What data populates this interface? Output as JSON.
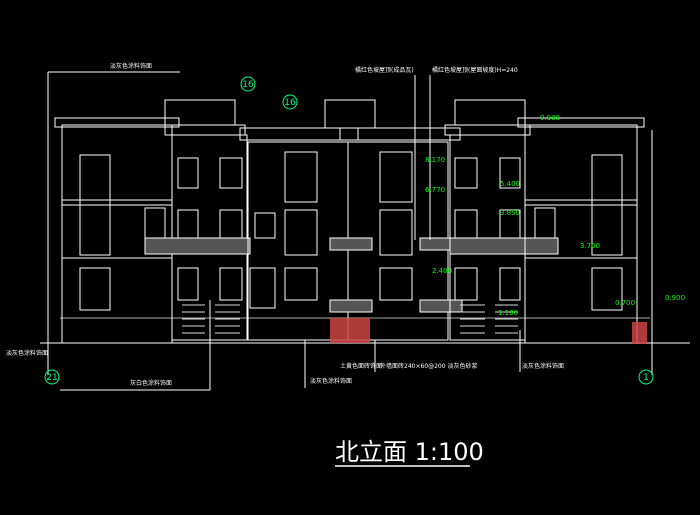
{
  "drawing": {
    "title": "北立面 1:100",
    "grid_left": "21",
    "grid_right": "1",
    "callout_top_a": "16",
    "callout_top_b": "16",
    "elevations": [
      "9.900",
      "8.170",
      "6.770",
      "5.400",
      "3.700",
      "2.400",
      "0.700",
      "1.100",
      "3.850",
      "0.900"
    ],
    "notes": {
      "roof_note": "淡灰色涂料饰面",
      "eave_note_1": "橘红色坡屋顶(成品瓦)",
      "eave_note_2": "橘红色坡屋顶(屋面坡度)H=240",
      "left_low_note": "淡灰色涂料饰面",
      "bottom_note_1": "灰白色涂料饰面",
      "bottom_note_2": "淡灰色涂料饰面",
      "bottom_note_3": "土黄色面砖饰面",
      "bottom_note_4": "外墙面砖240×60@200 淡灰色砂浆",
      "right_low_note": "淡灰色涂料饰面"
    }
  },
  "colors": {
    "line": "#ffffff",
    "dim": "#00ff00",
    "accent": "#ff3b3b",
    "callout": "#00ff7f"
  }
}
